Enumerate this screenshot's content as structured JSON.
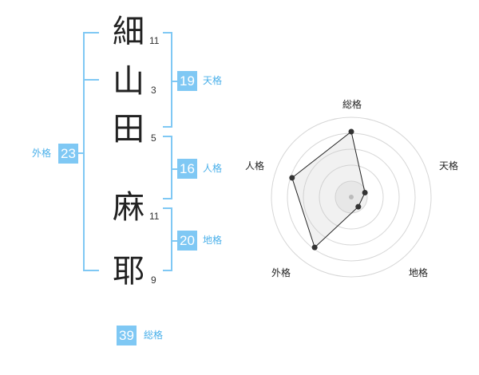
{
  "name": {
    "chars": [
      {
        "char": "細",
        "strokes": "11"
      },
      {
        "char": "山",
        "strokes": "3"
      },
      {
        "char": "田",
        "strokes": "5"
      },
      {
        "char": "麻",
        "strokes": "11"
      },
      {
        "char": "耶",
        "strokes": "9"
      }
    ]
  },
  "scores": {
    "gaikaku": {
      "value": "23",
      "label": "外格"
    },
    "tenkaku": {
      "value": "19",
      "label": "天格"
    },
    "jinkaku": {
      "value": "16",
      "label": "人格"
    },
    "chikaku": {
      "value": "20",
      "label": "地格"
    },
    "soukaku": {
      "value": "39",
      "label": "総格"
    }
  },
  "colors": {
    "accent": "#7fc8f4",
    "accent_text": "#4ab0ea"
  },
  "chart_data": {
    "type": "radar",
    "axes": [
      "総格",
      "天格",
      "地格",
      "外格",
      "人格"
    ],
    "values": [
      0.82,
      0.18,
      0.15,
      0.78,
      0.78
    ],
    "range": [
      0,
      1
    ],
    "rings": 5
  }
}
